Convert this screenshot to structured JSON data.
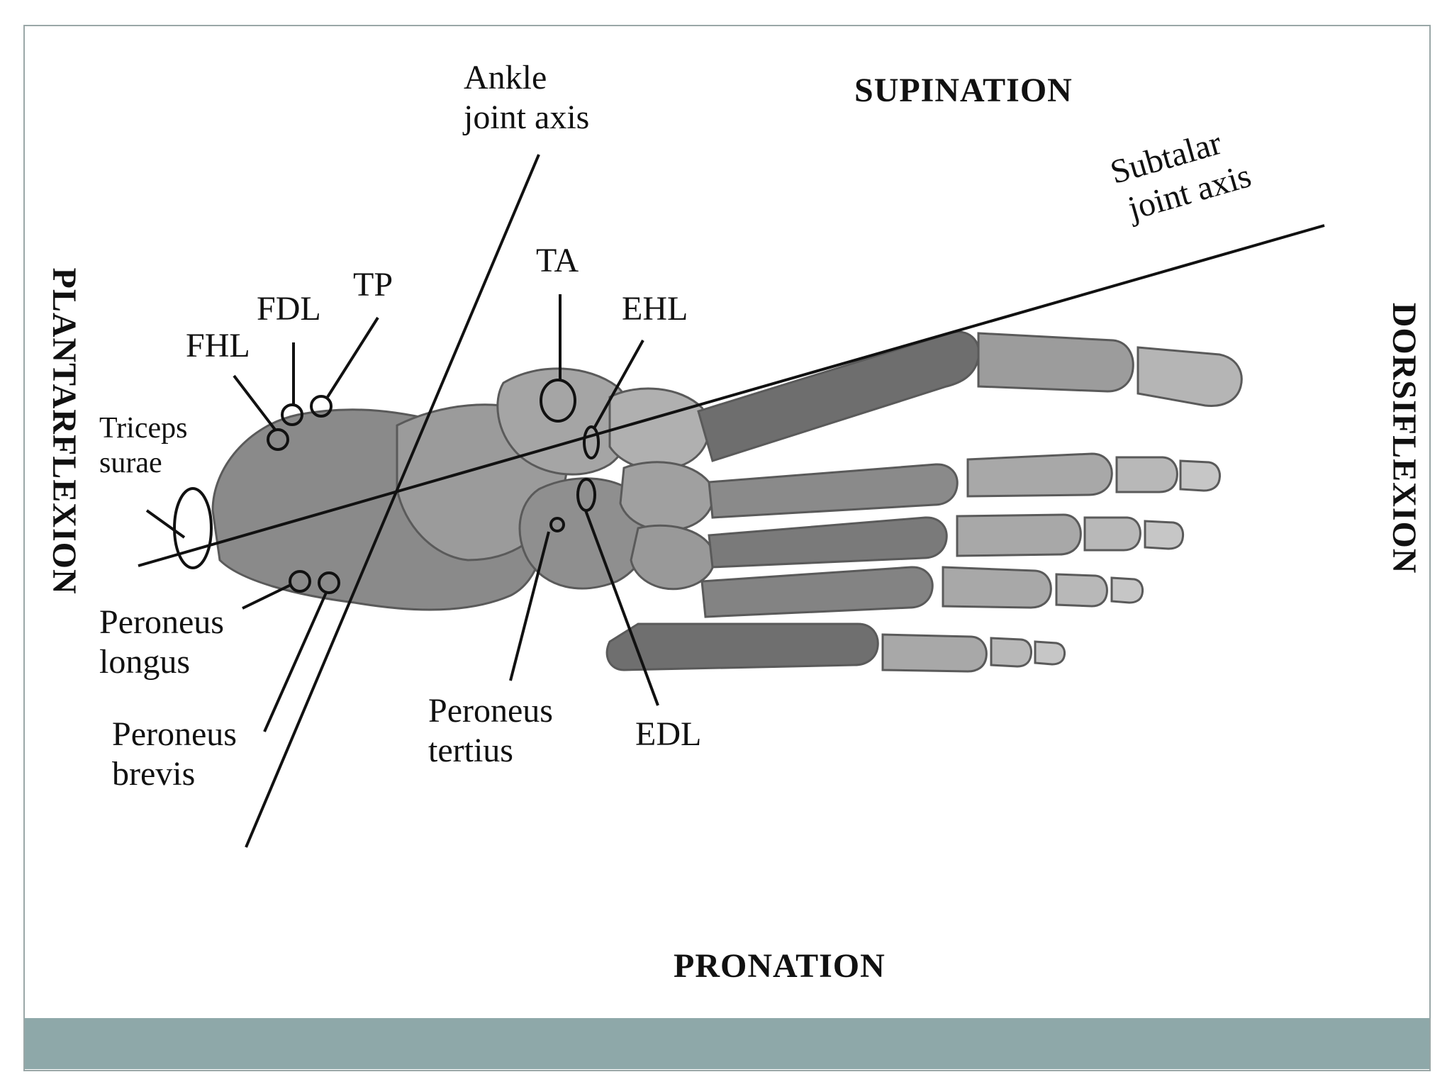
{
  "directions": {
    "top": "SUPINATION",
    "bottom": "PRONATION",
    "left": "PLANTARFLEXION",
    "right": "DORSIFLEXION"
  },
  "axes": {
    "ankle": [
      "Ankle",
      "joint axis"
    ],
    "subtalar": [
      "Subtalar",
      "joint axis"
    ]
  },
  "muscles": {
    "ta": "TA",
    "ehl": "EHL",
    "tp": "TP",
    "fdl": "FDL",
    "fhl": "FHL",
    "triceps": [
      "Triceps",
      "surae"
    ],
    "peroneus_longus": [
      "Peroneus",
      "longus"
    ],
    "peroneus_brevis": [
      "Peroneus",
      "brevis"
    ],
    "peroneus_tertius": [
      "Peroneus",
      "tertius"
    ],
    "edl": "EDL"
  },
  "colors": {
    "frame": "#9aa7a7",
    "footer": "#8ea8a9",
    "bone": "#c9c9c9",
    "bone_dark": "#7d7d7d",
    "ink": "#111111"
  }
}
